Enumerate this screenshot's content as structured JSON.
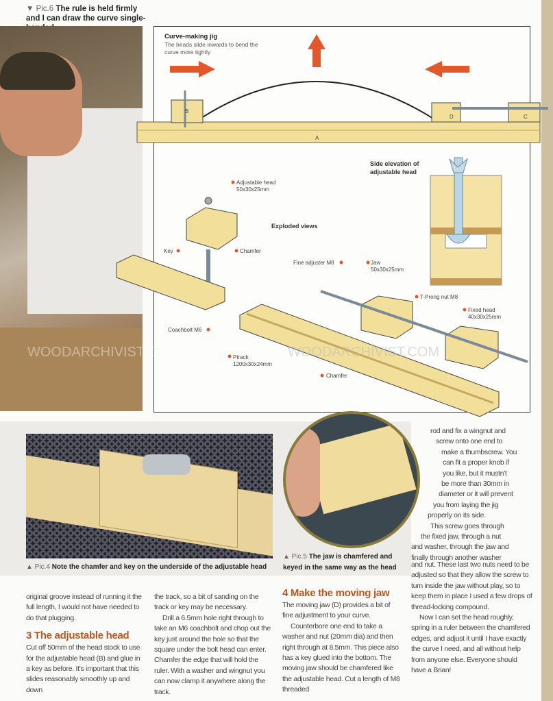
{
  "pic6": {
    "label": "▼ Pic.6",
    "caption": "The rule is held firmly and I can draw the curve single-handed"
  },
  "diagram": {
    "title": "Curve-making jig",
    "subtitle": "The heads slide inwards to bend the curve more tightly",
    "part_labels": {
      "a": "A",
      "b": "B",
      "c": "C",
      "d": "D"
    },
    "side_elevation": "Side elevation of adjustable head",
    "exploded_views": "Exploded views",
    "labels": {
      "adjustable_head": "Adjustable head 50x30x25mm",
      "key": "Key",
      "chamfer1": "Chamfer",
      "coachbolt": "Coachbolt M6",
      "track": "Ptrack 1200x30x24mm",
      "chamfer2": "Chamfer",
      "fine_adjuster": "Fine adjuster M8",
      "jaw": "Jaw 50x30x25mm",
      "tprong": "T-Prong nut M8",
      "fixed_head": "Fixed head 40x30x25mm"
    },
    "watermark": "WOODARCHIVIST.COM",
    "accent": "#e2582a"
  },
  "pic4": {
    "label": "▲ Pic.4",
    "caption": "Note the chamfer and key on the underside of the adjustable head"
  },
  "pic5": {
    "label": "▲ Pic.5",
    "caption": "The jaw is chamfered and keyed in the same way as the head"
  },
  "wrap_text": [
    "rod and fix a wingnut and",
    "screw onto one end to",
    "make a thumbscrew. You",
    "can fit a proper knob if",
    "you like, but it mustn't",
    "be more than 30mm in",
    "diameter or it will prevent",
    "you from laying the jig",
    "properly on its side.",
    "This screw goes through",
    "the fixed jaw, through a nut",
    "and washer, through the jaw and",
    "finally through another washer"
  ],
  "columns": {
    "col1_p1": "original groove instead of running it the full length, I would not have needed to do that plugging.",
    "col1_h": "3 The adjustable head",
    "col1_p2": "Cut off 50mm of the head stock to use for the adjustable head (B) and glue in a key as before. It's important that this slides reasonably smoothly up and down",
    "col2_p1": "the track, so a bit of sanding on the track or key may be necessary.",
    "col2_p2": "Drill a 6.5mm hole right through to take an M6 coachbolt and chop out the key just around the hole so that the square under the bolt head can enter. Chamfer the edge that will hold the ruler. With a washer and wingnut you can now clamp it anywhere along the track.",
    "col3_h": "4 Make the moving jaw",
    "col3_p1": "The moving jaw (D) provides a bit of fine adjustment to your curve.",
    "col3_p2": "Counterbore one end to take a washer and nut (20mm dia) and then right through at 8.5mm. This piece also has a key glued into the bottom. The moving jaw should be chamfered like the adjustable head. Cut a length of M8 threaded",
    "col4_p1": "and nut. These last two nuts need to be adjusted so that they allow the screw to turn inside the jaw without play, so to keep them in place I used a few drops of thread-locking compound.",
    "col4_p2": "Now I can set the head roughly, spring in a ruler between the chamfered edges, and adjust it until I have exactly the curve I need, and all without help from anyone else. Everyone should have a Brian!"
  }
}
